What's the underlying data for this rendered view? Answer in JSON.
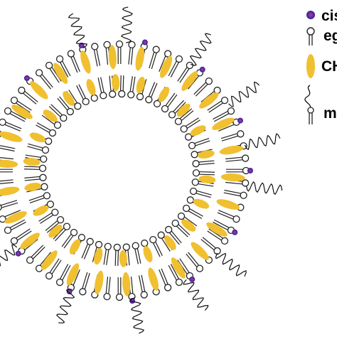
{
  "figure": {
    "description_colors": {
      "background": "#ffffff",
      "lipid_head_fill": "#ffffff",
      "lipid_stroke": "#222222",
      "cholesterol_fill": "#f0c030",
      "cisplatin_blue": "#2a2a9a",
      "cisplatin_purple": "#c03a9a",
      "peg_chain": "#111111"
    }
  },
  "legend": {
    "items": [
      {
        "label": "cis",
        "icon": "cisplatin-icon"
      },
      {
        "label": "eg",
        "icon": "phospholipid-icon"
      },
      {
        "label": "CH",
        "icon": "cholesterol-icon"
      },
      {
        "label": "ml",
        "icon": "pegylated-lipid-icon"
      }
    ]
  }
}
